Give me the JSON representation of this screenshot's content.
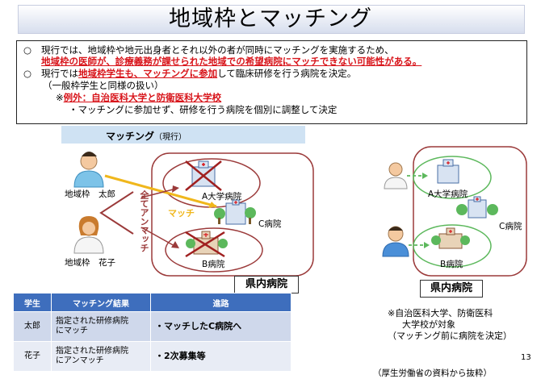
{
  "title": "地域枠とマッチング",
  "intro": {
    "line1": "現行では、地域枠や地元出身者とそれ以外の者が同時にマッチングを実施するため、",
    "line2": "地域枠の医師が、診療義務が課せられた地域での希望病院にマッチできない可能性がある。",
    "line3_pre": "現行では",
    "line3_red": "地域枠学生も、マッチングに参加",
    "line3_post": "して臨床研修を行う病院を決定。",
    "line4": "（一般枠学生と同様の扱い）",
    "line5_mark": "※",
    "line5_red": "例外：自治医科大学と防衛医科大学校",
    "line6": "・マッチングに参加せず、研修を行う病院を個別に調整して決定"
  },
  "matching_label": "マッチング",
  "matching_label_small": "（現行）",
  "left": {
    "taro": "地域枠　太郎",
    "hanako": "地域枠　花子",
    "vertical": "全てアンマッチ",
    "match": "マッチ",
    "hospital_a": "A大学病院",
    "hospital_b": "B病院",
    "hospital_c": "C病院",
    "pref_box": "県内病院"
  },
  "right": {
    "hospital_a": "A大学病院",
    "hospital_b": "B病院",
    "hospital_c": "C病院",
    "pref_box": "県内病院",
    "note1": "※自治医科大学、防衛医科",
    "note2": "大学校が対象",
    "note3": "（マッチング前に病院を決定）"
  },
  "table": {
    "headers": [
      "学生",
      "マッチング結果",
      "進路"
    ],
    "rows": [
      {
        "student": "太郎",
        "result1": "指定された研修病院",
        "result2": "にマッチ",
        "route": "・マッチしたC病院へ"
      },
      {
        "student": "花子",
        "result1": "指定された研修病院",
        "result2": "にアンマッチ",
        "route": "・2次募集等"
      }
    ]
  },
  "page_number": "13",
  "source": "（厚生労働省の資料から抜粋）",
  "colors": {
    "red": "#d8151b",
    "blue_header": "#3e6ebd",
    "light_blue": "#cfe2f3",
    "orange_arrow": "#f0b71c",
    "maroon": "#9b3a3a",
    "green": "#5cb85c"
  }
}
